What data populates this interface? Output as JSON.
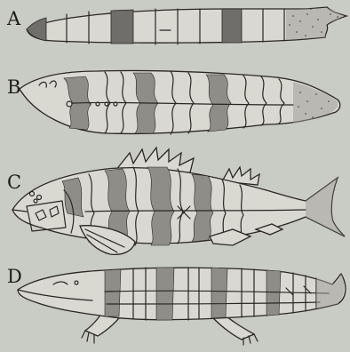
{
  "figure": {
    "labels": [
      "A",
      "B",
      "C",
      "D"
    ],
    "colors": {
      "background": "#c9ccc5",
      "ink": "#2b2622",
      "band_dark": "#6f6e6a",
      "band_mid": "#8e8d88",
      "body_fill": "#d9d9d2"
    }
  }
}
